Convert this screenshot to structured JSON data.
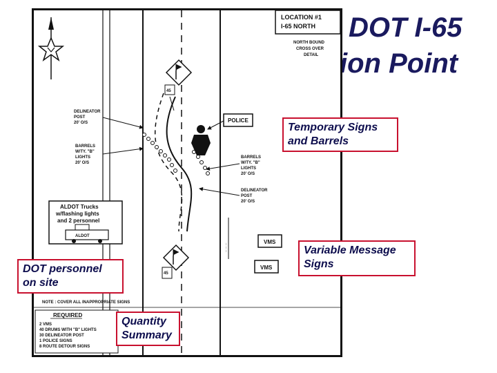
{
  "title": {
    "line1": "DOT I-65",
    "line2": "ion Point"
  },
  "drawing": {
    "location_box": {
      "line1": "LOCATION #1",
      "line2": "I-65 NORTH"
    },
    "detail_label": {
      "line1": "NORTH BOUND",
      "line2": "CROSS OVER",
      "line3": "DETAIL"
    },
    "police_label": "POLICE",
    "delineator_left": {
      "line1": "DELINEATOR",
      "line2": "POST",
      "line3": "20' O/S"
    },
    "barrels_left": {
      "line1": "BARRELS",
      "line2": "W/TY. \"B\"",
      "line3": "LIGHTS",
      "line4": "20' O/S"
    },
    "barrels_right": {
      "line1": "BARRELS",
      "line2": "W/TY. \"B\"",
      "line3": "LIGHTS",
      "line4": "20' O/S"
    },
    "delineator_right": {
      "line1": "DELINEATOR",
      "line2": "POST",
      "line3": "20' O/S"
    },
    "aldot_trucks": {
      "line1": "ALDOT Trucks",
      "line2": "w/flashing lights",
      "line3": "and 2 personnel",
      "truck_label": "ALDOT"
    },
    "vms_upper": "VMS",
    "vms_lower": "VMS",
    "speed_sign": "45",
    "note": "NOTE : COVER ALL INAPPROPRIATE SIGNS",
    "required": {
      "heading": "REQUIRED",
      "items": [
        "2 VMS",
        "40 DRUMS WITH \"B\" LIGHTS",
        "30 DELINEATOR POST",
        "1 POLICE SIGNS",
        "8 ROUTE DETOUR SIGNS"
      ]
    }
  },
  "callouts": {
    "temporary": {
      "line1": "Temporary Signs",
      "line2": "and Barrels"
    },
    "variable": {
      "line1": "Variable Message",
      "line2": "Signs"
    },
    "personnel": {
      "line1": "DOT personnel",
      "line2": "on site"
    },
    "quantity": {
      "line1": "Quantity",
      "line2": "Summary"
    }
  },
  "colors": {
    "callout_border": "#c8102e",
    "callout_text": "#0d0d4d",
    "title_text": "#1a1a5e"
  }
}
